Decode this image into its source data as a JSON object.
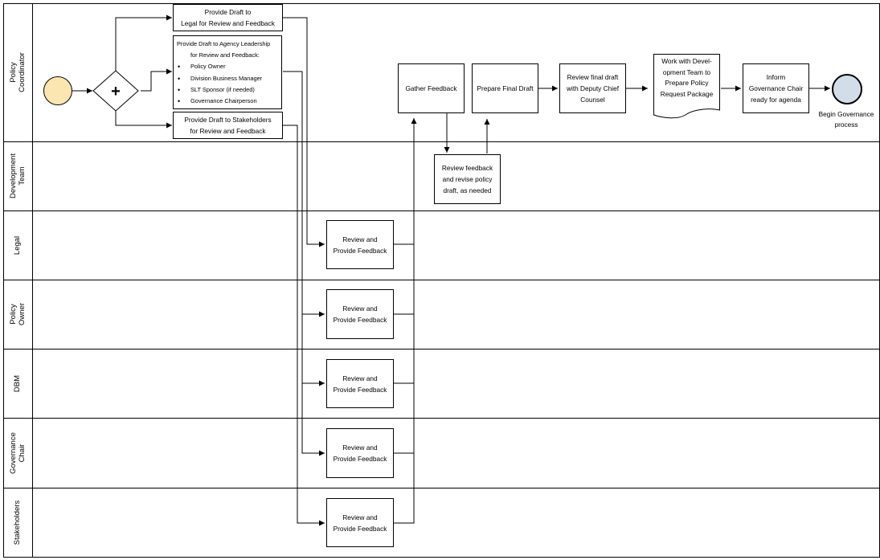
{
  "lanes": [
    {
      "label": "Policy Coordinator"
    },
    {
      "label": "Development\nTeam"
    },
    {
      "label": "Legal"
    },
    {
      "label": "Policy Owner"
    },
    {
      "label": "DBM"
    },
    {
      "label": "Governance\nChair"
    },
    {
      "label": "Stakeholders"
    }
  ],
  "gateway": {
    "symbol": "+"
  },
  "tasks": {
    "provide_draft_legal": "Provide Draft to\nLegal for Review and Feedback",
    "provide_draft_leadership": {
      "line1": "Provide Draft to Agency Leadership",
      "line2": "for Review and Feedback:",
      "bullets": [
        "Policy Owner",
        "Division Business Manager",
        "SLT Sponsor (if needed)",
        "Governance Chairperson"
      ]
    },
    "provide_draft_stakeholders": "Provide Draft to Stakeholders\nfor Review and Feedback",
    "gather_feedback": "Gather Feedback",
    "prepare_final_draft": "Prepare Final Draft",
    "review_final_draft": "Review final draft\nwith Deputy Chief\nCounsel",
    "work_with_dev_team": "Work with Devel-\nopment Team to\nPrepare Policy\nRequest Package",
    "inform_governance_chair": "Inform\nGovernance Chair\nready for agenda",
    "review_revise": "Review feedback\nand revise policy\ndraft, as needed",
    "review_legal": "Review and\nProvide Feedback",
    "review_policy_owner": "Review and\nProvide Feedback",
    "review_dbm": "Review and\nProvide Feedback",
    "review_governance_chair": "Review and\nProvide Feedback",
    "review_stakeholders": "Review and\nProvide Feedback"
  },
  "events": {
    "end_label": "Begin Governance\nprocess"
  },
  "colors": {
    "start_event": "#fbe5b0",
    "end_event": "#d2dde9",
    "line": "#000000"
  }
}
